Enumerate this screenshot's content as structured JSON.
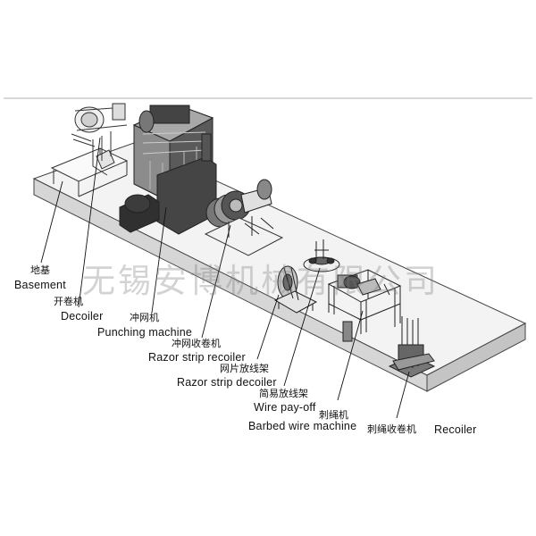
{
  "diagram": {
    "watermark": "无锡安博机械有限公司",
    "labels": [
      {
        "id": "basement",
        "cn": "地基",
        "en": "Basement"
      },
      {
        "id": "decoiler",
        "cn": "开卷机",
        "en": "Decoiler"
      },
      {
        "id": "punching",
        "cn": "冲网机",
        "en": "Punching machine"
      },
      {
        "id": "razor-recoiler",
        "cn": "冲网收卷机",
        "en": "Razor strip recoiler"
      },
      {
        "id": "razor-decoiler",
        "cn": "网片放线架",
        "en": "Razor strip decoiler"
      },
      {
        "id": "wire-payoff",
        "cn": "简易放线架",
        "en": "Wire pay-off"
      },
      {
        "id": "barbed",
        "cn": "刺绳机",
        "en": "Barbed wire machine"
      },
      {
        "id": "recoiler",
        "cn": "刺绳收卷机",
        "en": "Recoiler"
      }
    ]
  },
  "colors": {
    "line": "#333333",
    "platform_top": "#f3f3f3",
    "platform_side": "#d6d6d6",
    "machine_dark": "#3a3a3a",
    "machine_mid": "#8a8a8a"
  }
}
